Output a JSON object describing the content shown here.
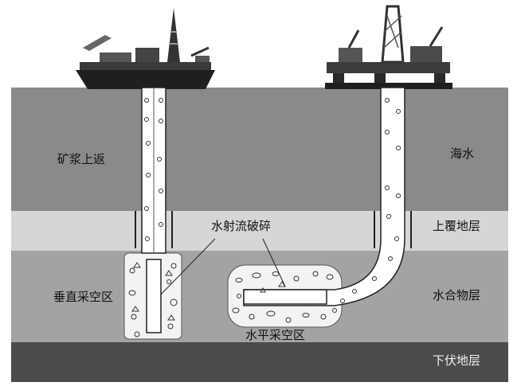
{
  "labels": {
    "slurry_return": "矿浆上返",
    "seawater": "海水",
    "overburden": "上覆地层",
    "water_jet": "水射流破碎",
    "vertical_cavity": "垂直采空区",
    "hydrate_layer": "水合物层",
    "horizontal_cavity": "水平采空区",
    "underlying": "下伏地层"
  },
  "colors": {
    "seawater": "#8a8a8a",
    "overburden": "#d6d6d6",
    "hydrate": "#a3a3a3",
    "underlying": "#4b4b4b",
    "pipe": "#ffffff",
    "outline": "#222222"
  },
  "icons": [
    "drillship-icon",
    "semisubmersible-platform-icon"
  ]
}
